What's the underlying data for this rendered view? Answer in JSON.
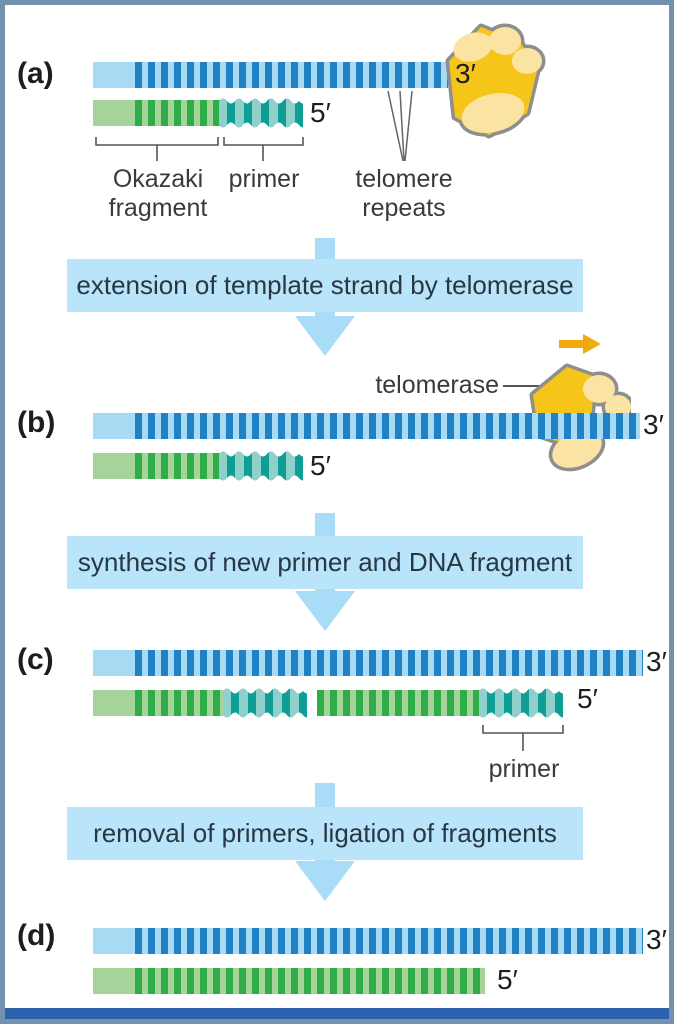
{
  "colors": {
    "template_strand_light": "#a8daf3",
    "template_strand_dark": "#2081c4",
    "lagging_strand_light": "#a5d49b",
    "lagging_strand_dark": "#2fad49",
    "primer_light": "#8fd0cb",
    "primer_dark": "#0f9e96",
    "enzyme_body": "#f5c51a",
    "enzyme_lobes": "#fbe3a3",
    "enzyme_outline": "#8e8e8e",
    "banner_background": "#bae4f9",
    "flow_arrow": "#a8dcf7",
    "direction_arrow": "#f2ab0c",
    "frame_border": "#7390ae",
    "frame_bottom_bar": "#2c62ac"
  },
  "panels": {
    "a": {
      "label": "(a)",
      "three_prime": "3′",
      "five_prime": "5′",
      "okazaki_line1": "Okazaki",
      "okazaki_line2": "fragment",
      "primer_label": "primer",
      "telomere_line1": "telomere",
      "telomere_line2": "repeats"
    },
    "b": {
      "label": "(b)",
      "three_prime": "3′",
      "five_prime": "5′",
      "enzyme_label": "telomerase"
    },
    "c": {
      "label": "(c)",
      "three_prime": "3′",
      "five_prime": "5′",
      "primer_label": "primer"
    },
    "d": {
      "label": "(d)",
      "three_prime": "3′",
      "five_prime": "5′"
    }
  },
  "steps": {
    "step1": "extension of template strand by telomerase",
    "step2": "synthesis of new primer and DNA fragment",
    "step3": "removal of primers, ligation of fragments"
  }
}
